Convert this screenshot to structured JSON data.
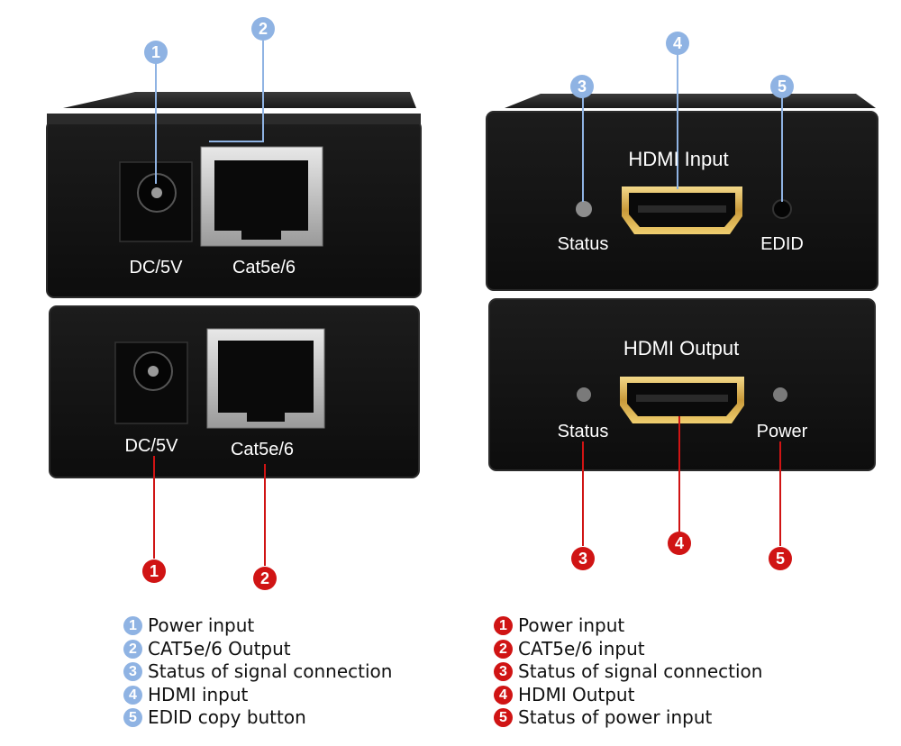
{
  "devices": {
    "transmitter": {
      "port_labels": {
        "dc": "DC/5V",
        "cat": "Cat5e/6"
      },
      "callouts": [
        "1",
        "2"
      ]
    },
    "receiver": {
      "port_labels": {
        "dc": "DC/5V",
        "cat": "Cat5e/6"
      },
      "callouts": [
        "1",
        "2"
      ]
    },
    "hdmi_input_unit": {
      "title": "HDMI Input",
      "status_label": "Status",
      "edid_label": "EDID",
      "callouts": [
        "3",
        "4",
        "5"
      ]
    },
    "hdmi_output_unit": {
      "title": "HDMI Output",
      "status_label": "Status",
      "power_label": "Power",
      "callouts": [
        "3",
        "4",
        "5"
      ]
    }
  },
  "legend_left": [
    {
      "num": "1",
      "text": "Power input"
    },
    {
      "num": "2",
      "text": "CAT5e/6 Output"
    },
    {
      "num": "3",
      "text": "Status of signal connection"
    },
    {
      "num": "4",
      "text": "HDMI input"
    },
    {
      "num": "5",
      "text": "EDID copy button"
    }
  ],
  "legend_right": [
    {
      "num": "1",
      "text": "Power input"
    },
    {
      "num": "2",
      "text": "CAT5e/6 input"
    },
    {
      "num": "3",
      "text": "Status of signal connection"
    },
    {
      "num": "4",
      "text": "HDMI Output"
    },
    {
      "num": "5",
      "text": "Status of power input"
    }
  ],
  "colors": {
    "blue_marker": "#8fb3e3",
    "red_marker": "#d01414",
    "device_body": "#141414"
  }
}
